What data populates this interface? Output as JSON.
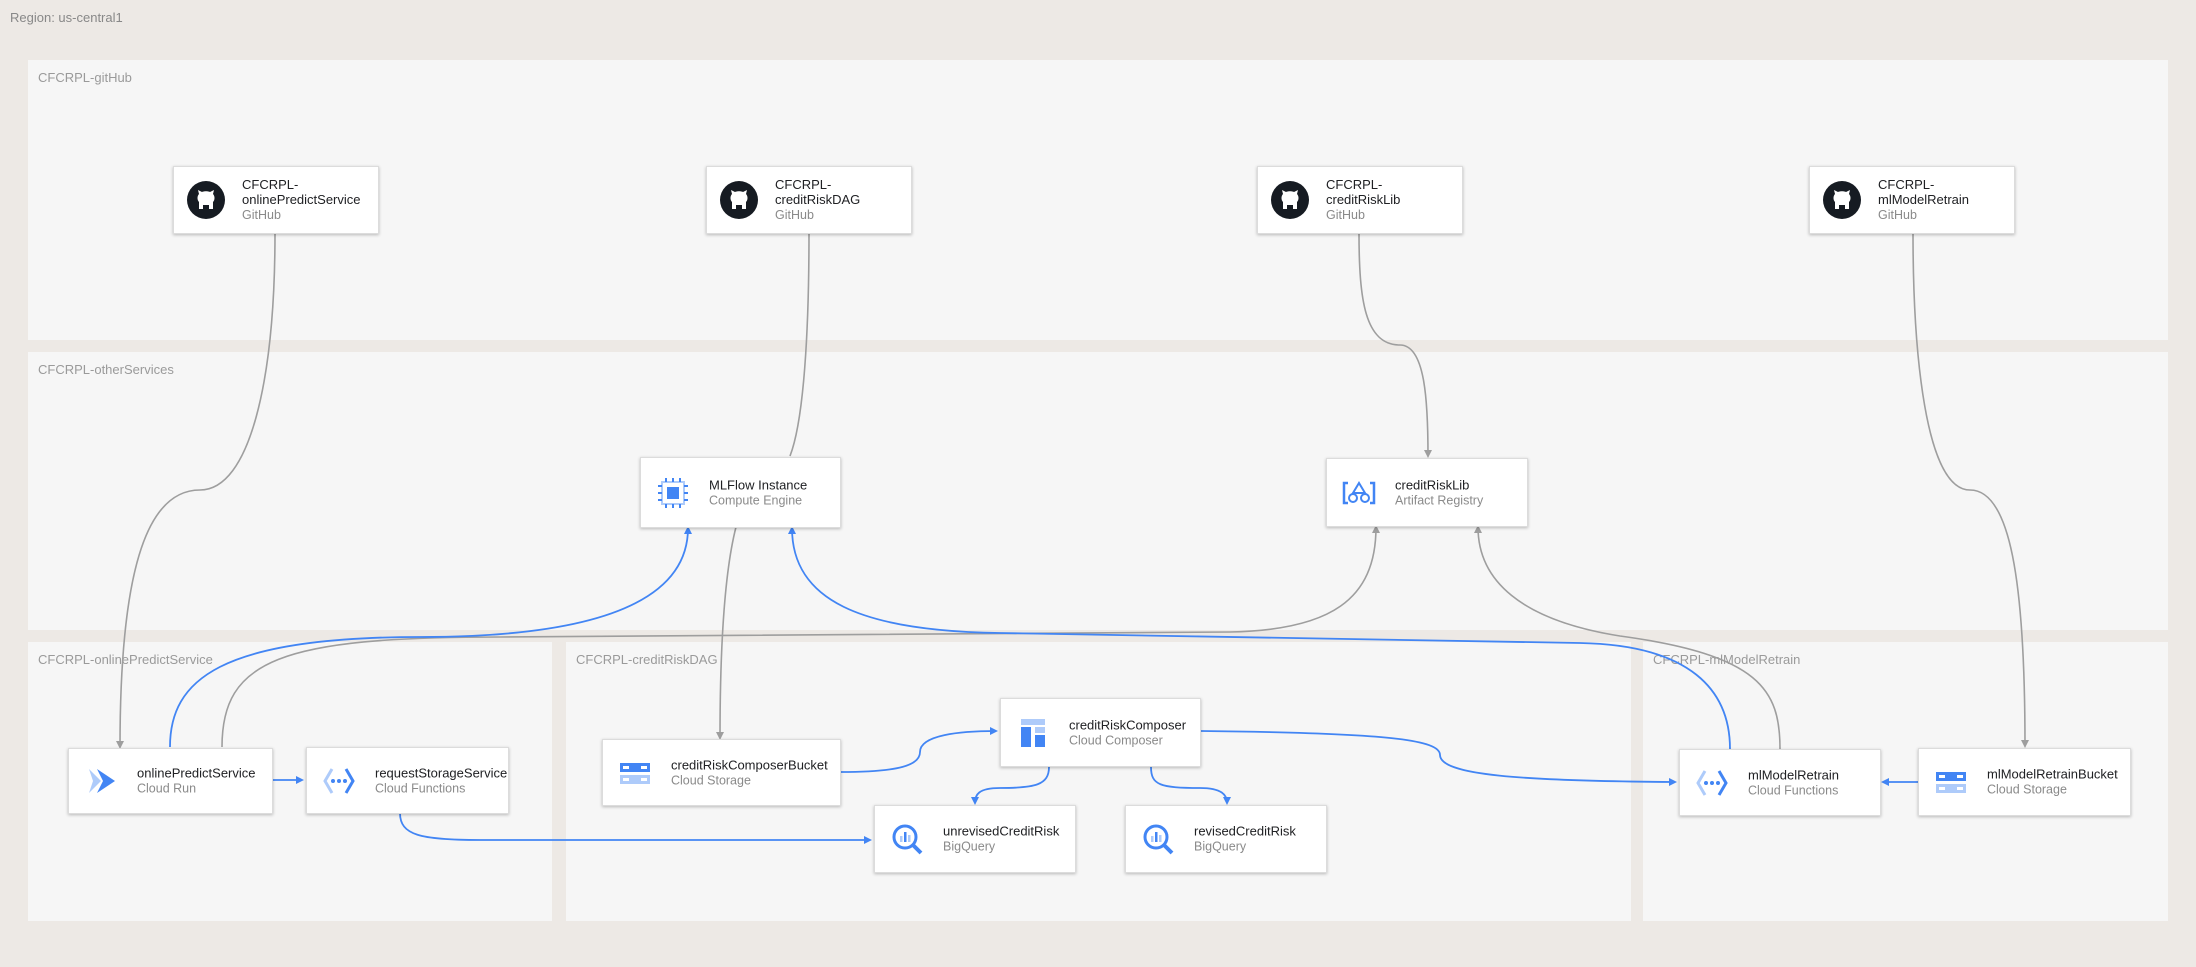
{
  "region": {
    "label": "Region: us-central1"
  },
  "groups": {
    "github": "CFCRPL-gitHub",
    "other": "CFCRPL-otherServices",
    "online": "CFCRPL-onlinePredictService",
    "dag": "CFCRPL-creditRiskDAG",
    "retrain": "CFCRPL-mlModelRetrain"
  },
  "nodes": {
    "gh_online": {
      "name": "CFCRPL-\nonlinePredictService",
      "service": "GitHub",
      "icon": "github-icon"
    },
    "gh_dag": {
      "name": "CFCRPL-\ncreditRiskDAG",
      "service": "GitHub",
      "icon": "github-icon"
    },
    "gh_lib": {
      "name": "CFCRPL-\ncreditRiskLib",
      "service": "GitHub",
      "icon": "github-icon"
    },
    "gh_retrain": {
      "name": "CFCRPL-\nmlModelRetrain",
      "service": "GitHub",
      "icon": "github-icon"
    },
    "mlflow": {
      "name": "MLFlow Instance",
      "service": "Compute Engine",
      "icon": "compute-engine-icon"
    },
    "crlib": {
      "name": "creditRiskLib",
      "service": "Artifact Registry",
      "icon": "artifact-registry-icon"
    },
    "ops": {
      "name": "onlinePredictService",
      "service": "Cloud Run",
      "icon": "cloud-run-icon"
    },
    "rss": {
      "name": "requestStorageService",
      "service": "Cloud Functions",
      "icon": "cloud-functions-icon"
    },
    "bucket": {
      "name": "creditRiskComposerBucket",
      "service": "Cloud Storage",
      "icon": "cloud-storage-icon"
    },
    "composer": {
      "name": "creditRiskComposer",
      "service": "Cloud Composer",
      "icon": "cloud-composer-icon"
    },
    "unrev": {
      "name": "unrevisedCreditRisk",
      "service": "BigQuery",
      "icon": "bigquery-icon"
    },
    "rev": {
      "name": "revisedCreditRisk",
      "service": "BigQuery",
      "icon": "bigquery-icon"
    },
    "retrain": {
      "name": "mlModelRetrain",
      "service": "Cloud Functions",
      "icon": "cloud-functions-icon"
    },
    "rbucket": {
      "name": "mlModelRetrainBucket",
      "service": "Cloud Storage",
      "icon": "cloud-storage-icon"
    }
  },
  "colors": {
    "blue_edge": "#4285f4",
    "gray_edge": "#9e9e9e",
    "icon_blue": "#4285f4",
    "icon_light": "#aecbfa",
    "github_dark": "#161b22"
  }
}
